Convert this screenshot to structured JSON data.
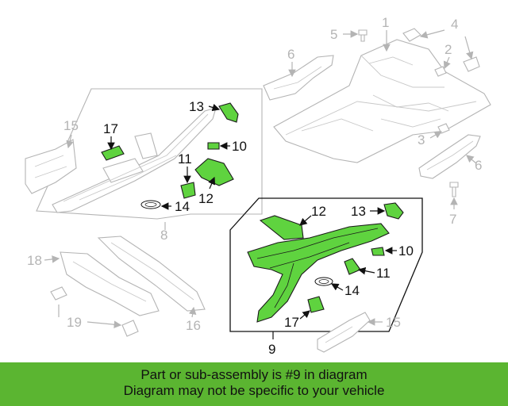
{
  "callouts": {
    "c1": "1",
    "c2": "2",
    "c3": "3",
    "c4": "4",
    "c5": "5",
    "c6a": "6",
    "c6b": "6",
    "c7": "7",
    "c8": "8",
    "c9": "9",
    "c10a": "10",
    "c10b": "10",
    "c11a": "11",
    "c11b": "11",
    "c12a": "12",
    "c12b": "12",
    "c13a": "13",
    "c13b": "13",
    "c14a": "14",
    "c14b": "14",
    "c15a": "15",
    "c15b": "15",
    "c16": "16",
    "c17a": "17",
    "c17b": "17",
    "c18": "18",
    "c19": "19"
  },
  "banner": {
    "line1": "Part or sub-assembly is #9 in diagram",
    "line2": "Diagram may not be specific to your vehicle"
  },
  "colors": {
    "highlight_part": "#5fd33f",
    "banner_bg": "#5bb531",
    "other_parts": "#b4b4b4"
  }
}
